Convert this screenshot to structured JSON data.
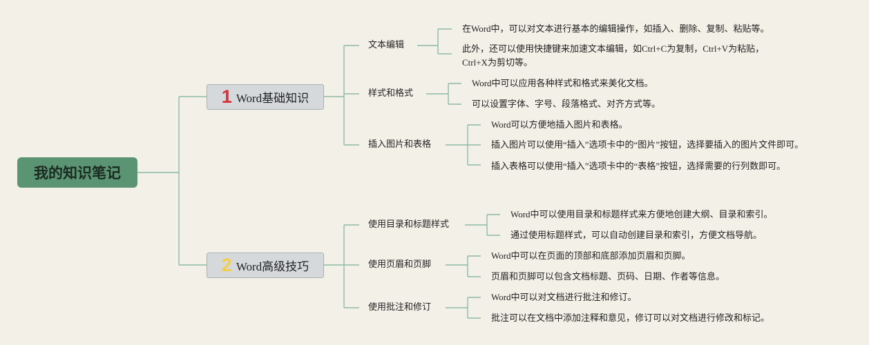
{
  "root": {
    "title": "我的知识笔记"
  },
  "branches": [
    {
      "number": "1",
      "title": "Word基础知识",
      "subtopics": [
        {
          "title": "文本编辑",
          "items": [
            "在Word中，可以对文本进行基本的编辑操作，如插入、删除、复制、粘贴等。",
            "此外，还可以使用快捷键来加速文本编辑，如Ctrl+C为复制，Ctrl+V为粘贴，",
            "Ctrl+X为剪切等。"
          ]
        },
        {
          "title": "样式和格式",
          "items": [
            "Word中可以应用各种样式和格式来美化文档。",
            "可以设置字体、字号、段落格式、对齐方式等。"
          ]
        },
        {
          "title": "插入图片和表格",
          "items": [
            "Word可以方便地插入图片和表格。",
            "插入图片可以使用“插入”选项卡中的“图片”按钮，选择要插入的图片文件即可。",
            "插入表格可以使用“插入”选项卡中的“表格”按钮，选择需要的行列数即可。"
          ]
        }
      ]
    },
    {
      "number": "2",
      "title": "Word高级技巧",
      "subtopics": [
        {
          "title": "使用目录和标题样式",
          "items": [
            "Word中可以使用目录和标题样式来方便地创建大纲、目录和索引。",
            "通过使用标题样式，可以自动创建目录和索引，方便文档导航。"
          ]
        },
        {
          "title": "使用页眉和页脚",
          "items": [
            "Word中可以在页面的顶部和底部添加页眉和页脚。",
            "页眉和页脚可以包含文档标题、页码、日期、作者等信息。"
          ]
        },
        {
          "title": "使用批注和修订",
          "items": [
            "Word中可以对文档进行批注和修订。",
            "批注可以在文档中添加注释和意见，修订可以对文档进行修改和标记。"
          ]
        }
      ]
    }
  ],
  "colors": {
    "background": "#f3f0e7",
    "root_fill": "#5a9472",
    "branch_fill": "#d6d9db",
    "connector": "#8cb9a6",
    "number_1": "#d9323b",
    "number_2": "#f2cf4b"
  }
}
